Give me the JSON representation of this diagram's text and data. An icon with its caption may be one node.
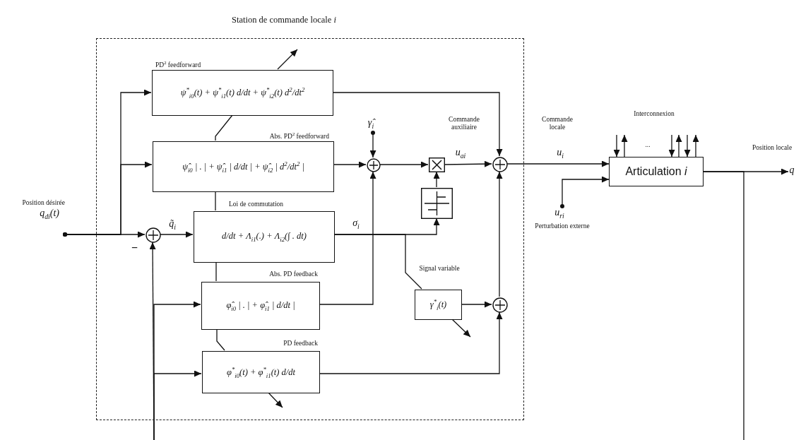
{
  "diagram": {
    "nodes": [
      {
        "text": [
          "Station de commande locale *i*"
        ]
      },
      {
        "text": [
          "PD$^{2}$ feedforward",
          "ψ$^{*}$$_{i0}$(t) + ψ$^{*}$$_{i1}$(t) d/dt + ψ$^{*}$$_{i2}$(t) d$^{2}$/dt$^{2}$"
        ],
        "in": 0
      },
      {
        "text": [
          "Abs. PD$^{2}$ feedforward",
          "ψ̂$_{i0}$ | . | + ψ̂$_{i1}$ | d/dt | + ψ̂$_{i2}$ | d$^{2}$/dt$^{2}$ |"
        ],
        "in": 0
      },
      {
        "text": [
          "Loi de commutation",
          "d/dt + Λ$_{i1}$(.) + Λ$_{i2}$(∫ . dt)"
        ],
        "in": 0
      },
      {
        "text": [
          "Abs. PD feedback",
          "φ̂$_{i0}$ | . | + φ̂$_{i1}$ | d/dt |"
        ],
        "in": 0
      },
      {
        "text": [
          "PD feedback",
          "φ$^{*}$$_{i0}$(t) + φ$^{*}$$_{i1}$(t) d/dt"
        ],
        "in": 0
      },
      {
        "text": [
          "Position désirée",
          "q$_{di}$(t)"
        ]
      },
      {
        "text": [],
        "shape": "circle",
        "beside": [
          "−"
        ],
        "in": 0
      },
      {
        "text": [],
        "shape": "circle",
        "in": 0
      },
      {
        "text": [
          "γ̂$_{i}$"
        ],
        "in": 0
      },
      {
        "text": [],
        "shape": "box",
        "in": 0
      },
      {
        "text": [],
        "shape": "box",
        "in": 0
      },
      {
        "text": [
          "Signal variable",
          "γ$^{*}$$_{i}$(t)"
        ],
        "in": 0
      },
      {
        "text": [],
        "shape": "circle",
        "in": 0
      },
      {
        "text": [],
        "shape": "circle",
        "in": 0
      },
      {
        "text": [
          "Articulation *i*"
        ]
      },
      {
        "text": [
          "u$_{ri}$",
          "Perturbation externe"
        ]
      },
      {
        "text": [
          "q"
        ]
      }
    ],
    "edges": [
      {
        "from": 6,
        "to": 7,
        "arrow": "to"
      },
      {
        "from": 6,
        "to": 1,
        "arrow": "to"
      },
      {
        "from": 6,
        "to": 2,
        "arrow": "to"
      },
      {
        "from": 7,
        "to": 3,
        "arrow": "to",
        "label": "q̃$_{i}$"
      },
      {
        "from": 1,
        "to": 14,
        "arrow": "to"
      },
      {
        "from": 2,
        "to": 8,
        "arrow": "to"
      },
      {
        "from": 9,
        "to": 8,
        "arrow": "to"
      },
      {
        "from": 3,
        "to": 11,
        "arrow": "to",
        "label": "σ$_{i}$"
      },
      {
        "from": 3,
        "to": 12,
        "arrow": "none"
      },
      {
        "from": 4,
        "to": 8,
        "arrow": "to"
      },
      {
        "from": 8,
        "to": 10,
        "arrow": "to"
      },
      {
        "from": 11,
        "to": 10,
        "arrow": "to"
      },
      {
        "from": 10,
        "to": 14,
        "arrow": "to",
        "label": "u$_{ai}$"
      },
      {
        "from": 12,
        "to": 13,
        "arrow": "to"
      },
      {
        "from": 5,
        "to": 13,
        "arrow": "to"
      },
      {
        "from": 13,
        "to": 14,
        "arrow": "to"
      },
      {
        "from": 14,
        "to": 15,
        "arrow": "to",
        "label": "u$_{i}$"
      },
      {
        "from": 16,
        "to": 15,
        "arrow": "to"
      },
      {
        "from": 15,
        "to": 17,
        "arrow": "to",
        "label": "Position locale"
      },
      {
        "from": 15,
        "to": null,
        "arrow": "none"
      },
      {
        "from": null,
        "to": 7,
        "arrow": "to"
      },
      {
        "from": null,
        "to": 4,
        "arrow": "to"
      },
      {
        "from": null,
        "to": 5,
        "arrow": "to"
      },
      {
        "from": 2,
        "to": 1,
        "arrow": "none"
      },
      {
        "from": 3,
        "to": 2,
        "arrow": "none"
      },
      {
        "from": 3,
        "to": 4,
        "arrow": "none"
      },
      {
        "from": 4,
        "to": 5,
        "arrow": "none"
      },
      {
        "from": 1,
        "to": null,
        "arrow": "to"
      },
      {
        "from": 5,
        "to": null,
        "arrow": "to"
      },
      {
        "from": 12,
        "to": null,
        "arrow": "to"
      },
      {
        "from": null,
        "to": 15,
        "arrow": "to"
      },
      {
        "from": 15,
        "to": null,
        "arrow": "to"
      },
      {
        "from": null,
        "to": 15,
        "arrow": "to"
      },
      {
        "from": 15,
        "to": null,
        "arrow": "to"
      },
      {
        "from": null,
        "to": 15,
        "arrow": "to"
      },
      {
        "from": 15,
        "to": null,
        "arrow": "to"
      }
    ],
    "labels": [
      "Commande auxiliaire",
      "Commande locale",
      "Interconnexion",
      "..."
    ]
  }
}
